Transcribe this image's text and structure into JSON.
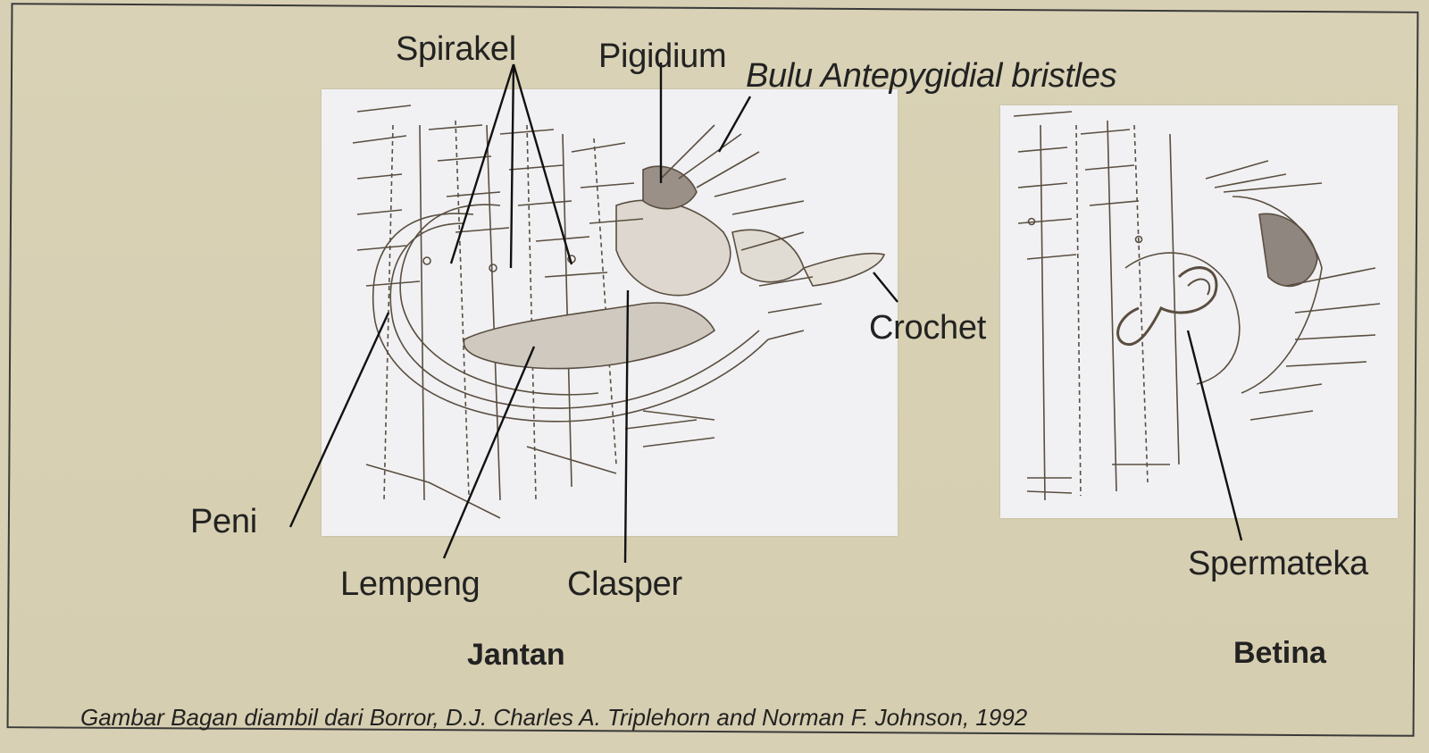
{
  "labels": {
    "spirakel": "Spirakel",
    "pigidium": "Pigidium",
    "bulu": "Bulu Antepygidial bristles",
    "crochet": "Crochet",
    "peni": "Peni",
    "lempeng": "Lempeng",
    "clasper": "Clasper",
    "spermateka": "Spermateka"
  },
  "sex": {
    "male": "Jantan",
    "female": "Betina"
  },
  "credit": "Gambar Bagan diambil dari  Borror, D.J. Charles A. Triplehorn and Norman F. Johnson, 1992",
  "colors": {
    "background": "#d8d0b4",
    "panel": "#f1f1f3",
    "ink": "#222222",
    "drawing": "#5a4e40"
  }
}
